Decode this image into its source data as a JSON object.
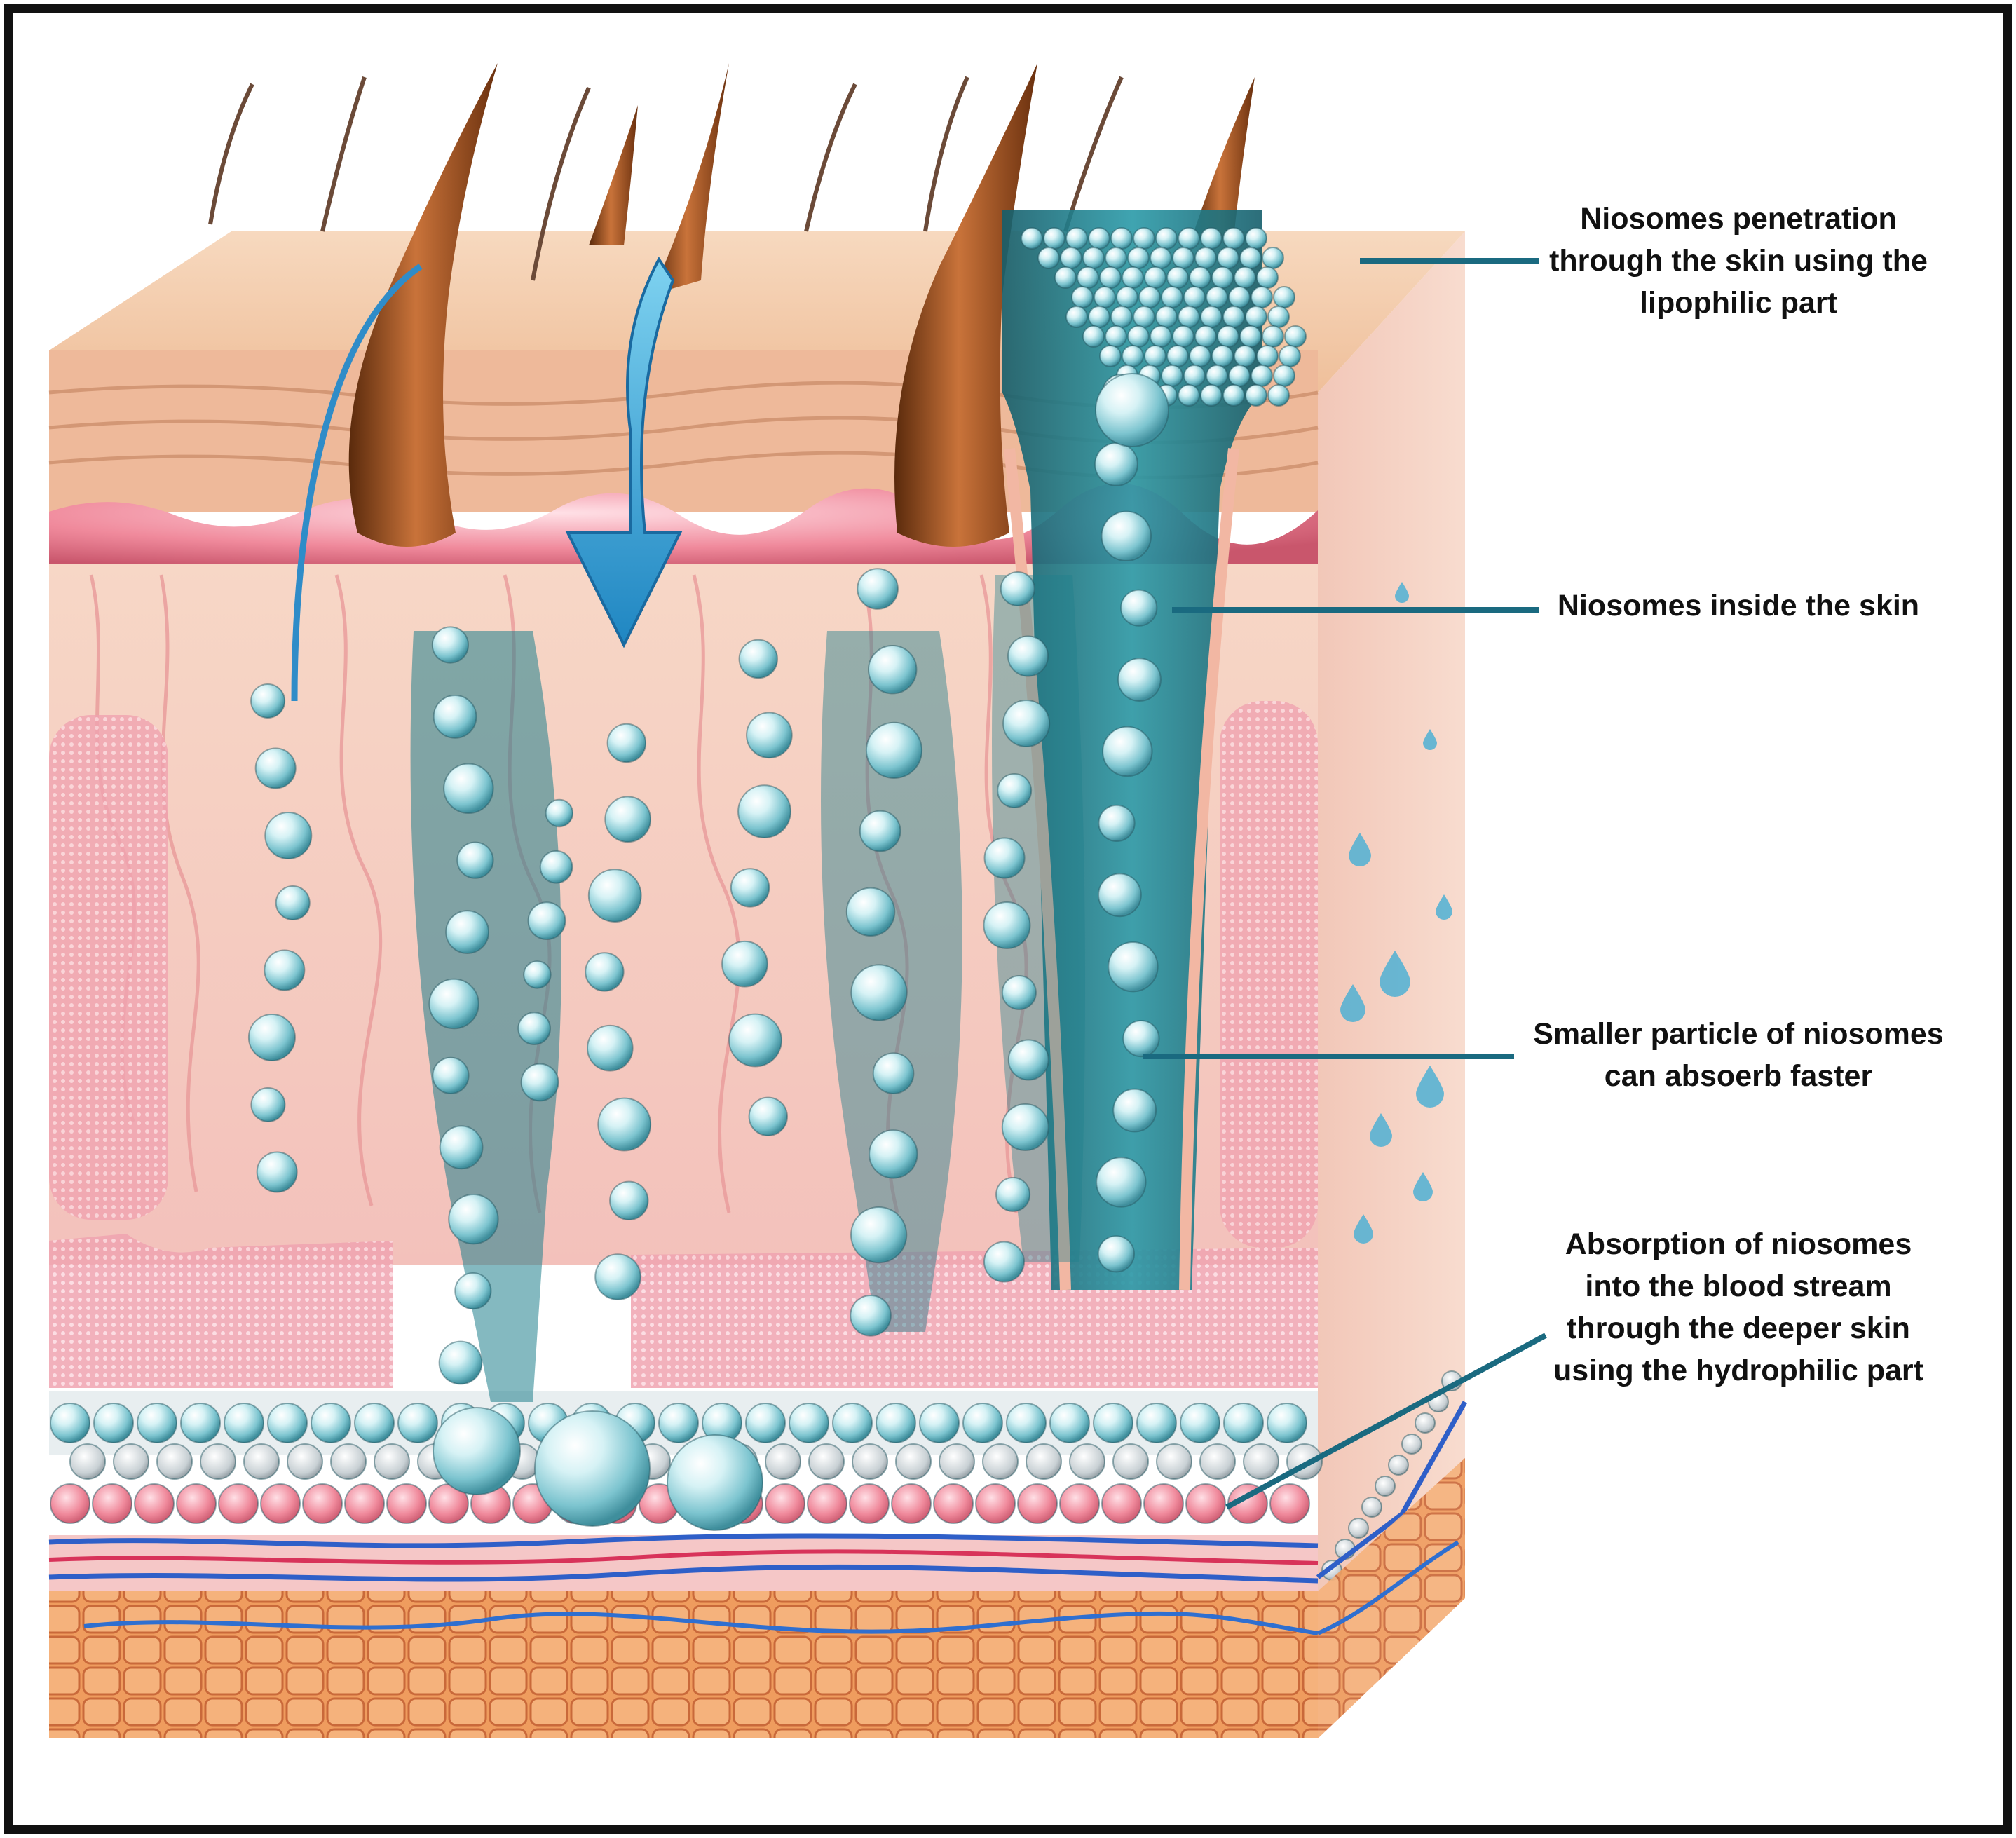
{
  "callouts": [
    {
      "id": "lipophilic-penetration",
      "lines": [
        "Niosomes penetration",
        "through the skin using the",
        "lipophilic  part"
      ]
    },
    {
      "id": "inside-skin",
      "lines": [
        "Niosomes inside the skin"
      ]
    },
    {
      "id": "smaller-particles",
      "lines": [
        "Smaller particle of niosomes",
        "can absoerb faster"
      ]
    },
    {
      "id": "blood-stream",
      "lines": [
        "Absorption of niosomes",
        "into the blood stream",
        "through the deeper skin",
        "using the hydrophilic part"
      ]
    }
  ],
  "colors": {
    "frame": "#111111",
    "leader_line": "#1a6a80",
    "niosome": "#8fd3dc",
    "channel": "#1f7f8c",
    "epidermis": "#f4c9a8",
    "dermis_pink": "#f0a0ad",
    "hair": "#9a4a18",
    "fat": "#f0a060",
    "arrow": "#3aa8d6"
  }
}
